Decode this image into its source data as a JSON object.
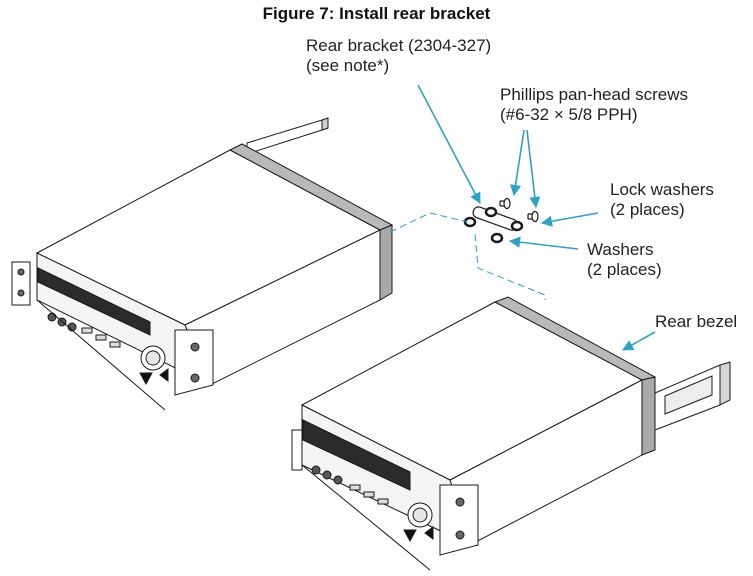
{
  "figure": {
    "title": "Figure 7: Install rear bracket"
  },
  "labels": {
    "rear_bracket": [
      "Rear bracket (2304-327)",
      "(see note*)"
    ],
    "screws": [
      "Phillips pan-head screws",
      "(#6-32 × 5/8 PPH)"
    ],
    "lock_washers": [
      "Lock washers",
      "(2 places)"
    ],
    "washers": [
      "Washers",
      "(2 places)"
    ],
    "rear_bezel": "Rear bezel"
  },
  "colors": {
    "callout": "#2ba3c7",
    "outline": "#1a1a1a",
    "panel_dark": "#2b2b2b",
    "bezel_gray": "#b9b9b9"
  }
}
